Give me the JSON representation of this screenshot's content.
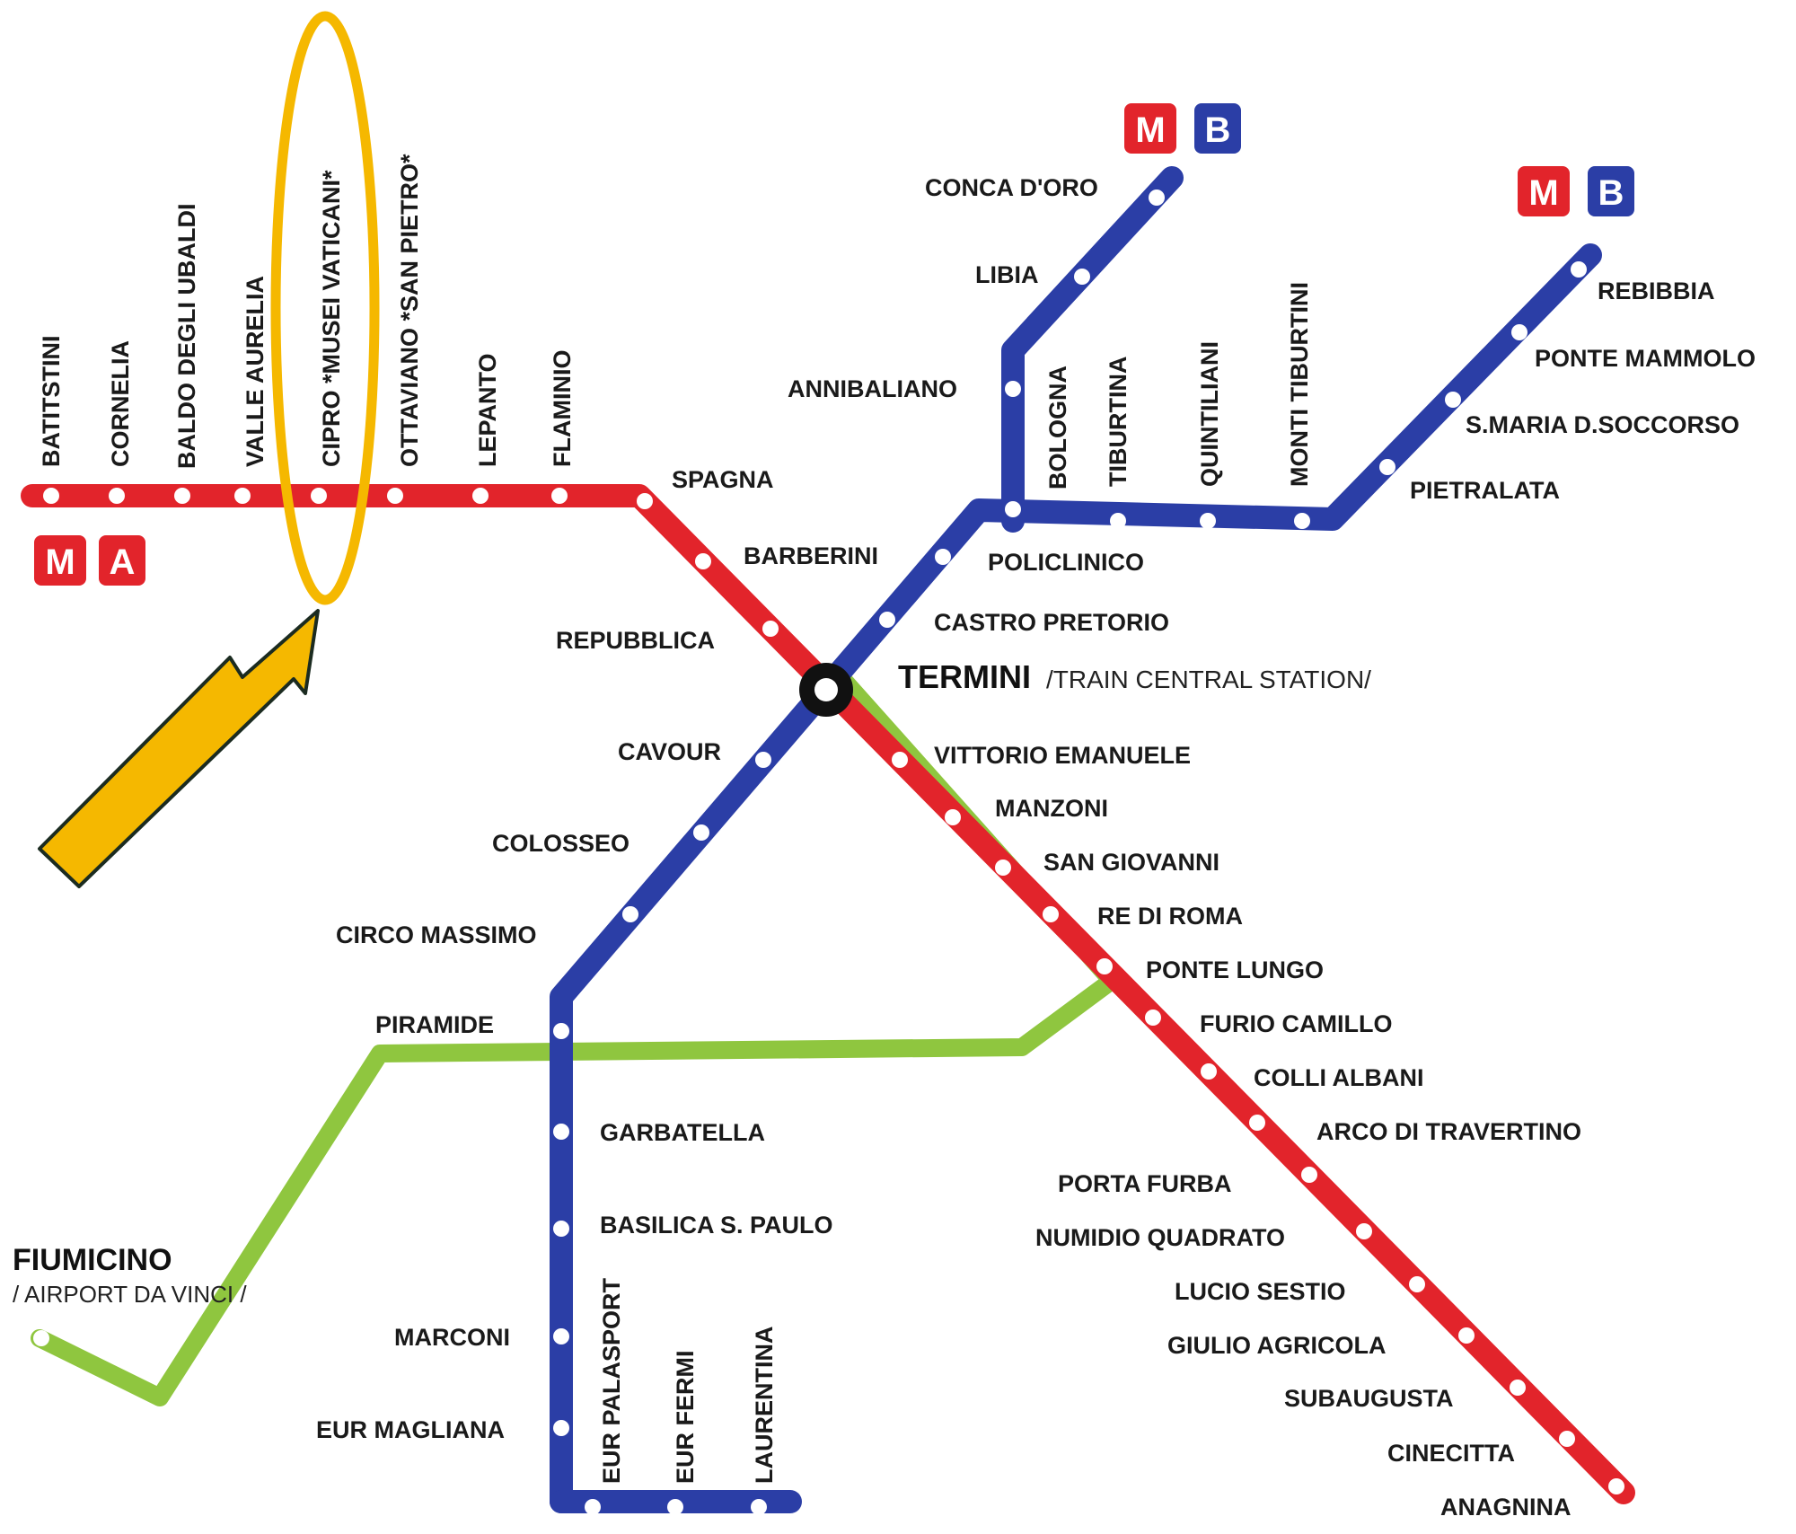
{
  "colors": {
    "line_a": "#e2242b",
    "line_b": "#2b3ea6",
    "line_c": "#8fc63f",
    "highlight": "#f5b800"
  },
  "line_a": {
    "badge_metro": "M",
    "badge_line": "A",
    "stations": [
      "BATITSTINI",
      "CORNELIA",
      "BALDO DEGLI UBALDI",
      "VALLE AURELIA",
      "CIPRO *MUSEI VATICANI*",
      "OTTAVIANO *SAN PIETRO*",
      "LEPANTO",
      "FLAMINIO",
      "SPAGNA",
      "BARBERINI",
      "REPUBBLICA",
      "VITTORIO EMANUELE",
      "MANZONI",
      "SAN GIOVANNI",
      "RE DI ROMA",
      "PONTE LUNGO",
      "FURIO CAMILLO",
      "COLLI ALBANI",
      "ARCO DI TRAVERTINO",
      "PORTA FURBA",
      "NUMIDIO QUADRATO",
      "LUCIO SESTIO",
      "GIULIO AGRICOLA",
      "SUBAUGUSTA",
      "CINECITTA",
      "ANAGNINA"
    ]
  },
  "line_b": {
    "badge_metro": "M",
    "badge_line": "B",
    "stations": [
      "CONCA D'ORO",
      "LIBIA",
      "ANNIBALIANO",
      "BOLOGNA",
      "TIBURTINA",
      "QUINTILIANI",
      "MONTI TIBURTINI",
      "PIETRALATA",
      "S.MARIA D.SOCCORSO",
      "PONTE MAMMOLO",
      "REBIBBIA",
      "POLICLINICO",
      "CASTRO PRETORIO",
      "CAVOUR",
      "COLOSSEO",
      "CIRCO MASSIMO",
      "PIRAMIDE",
      "GARBATELLA",
      "BASILICA S. PAULO",
      "MARCONI",
      "EUR MAGLIANA",
      "EUR PALASPORT",
      "EUR FERMI",
      "LAURENTINA"
    ]
  },
  "interchange": {
    "name": "TERMINI",
    "subtitle": "/TRAIN CENTRAL STATION/"
  },
  "airport": {
    "name": "FIUMICINO",
    "subtitle": "/ AIRPORT DA VINCI /"
  },
  "annotation": {
    "highlighted_station": "CIPRO *MUSEI VATICANI*",
    "marker": "arrow and ellipse"
  }
}
